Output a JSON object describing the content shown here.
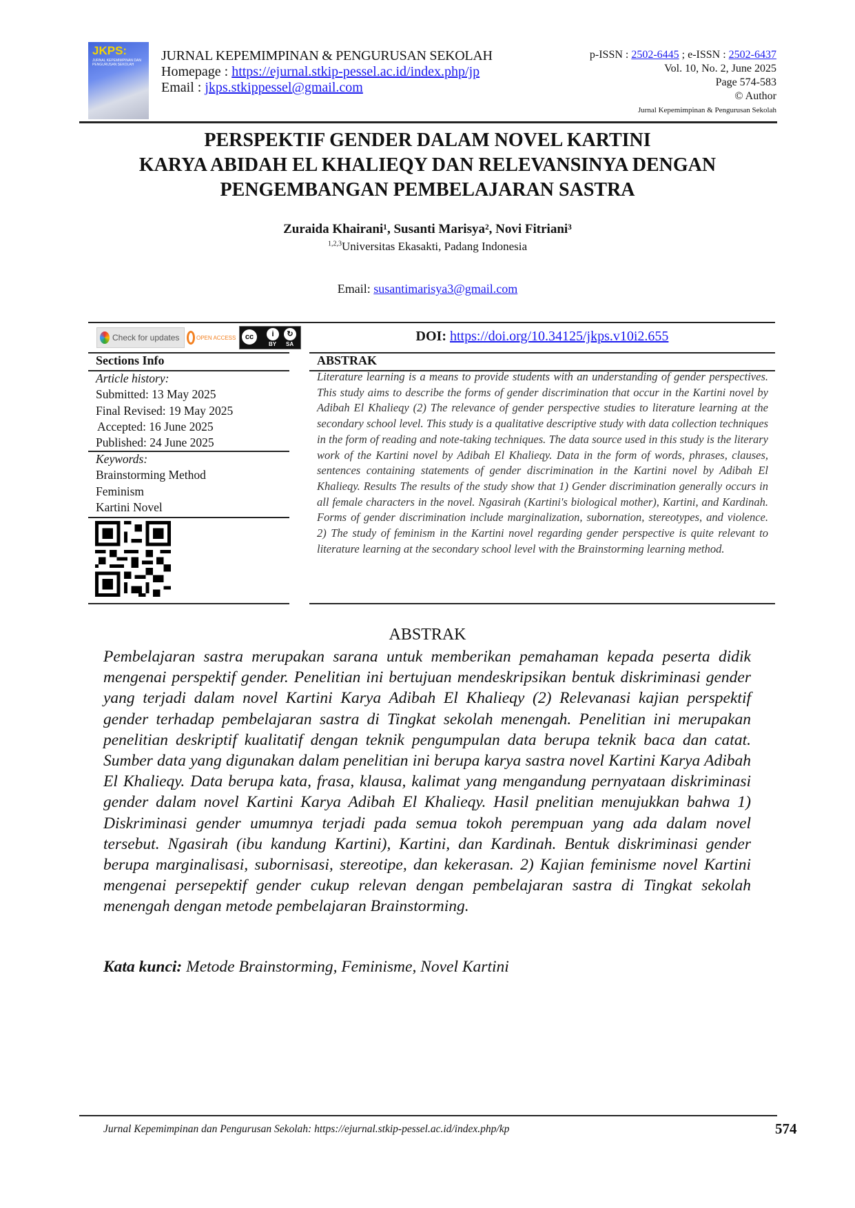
{
  "header": {
    "logo_text": "JKPS:",
    "logo_subtitle": "JURNAL KEPEMIMPINAN DAN PENGURUSAN SEKOLAH",
    "journal_title": "JURNAL KEPEMIMPINAN & PENGURUSAN SEKOLAH",
    "homepage_label": "Homepage : ",
    "homepage_url": "https://ejurnal.stkip-pessel.ac.id/index.php/jp",
    "email_label": "Email : ",
    "email": "jkps.stkippessel@gmail.com",
    "pissn_label": "p-ISSN : ",
    "pissn": "2502-6445",
    "eissn_label": " ; e-ISSN : ",
    "eissn": "2502-6437",
    "volume": "Vol. 10, No. 2, June 2025",
    "pages": "Page 574-583",
    "copyright": "© Author",
    "journal_small": "Jurnal Kepemimpinan & Pengurusan Sekolah"
  },
  "title_lines": [
    "PERSPEKTIF GENDER DALAM NOVEL KARTINI",
    "KARYA ABIDAH EL KHALIEQY DAN RELEVANSINYA DENGAN",
    "PENGEMBANGAN PEMBELAJARAN SASTRA"
  ],
  "authors": "Zuraida Khairani¹, Susanti Marisya², Novi Fitriani³",
  "affiliation_sup": "1,2,3",
  "affiliation": "Universitas Ekasakti, Padang Indonesia",
  "email_label": "Email: ",
  "email": "susantimarisya3@gmail.com",
  "badges": {
    "check_updates": "Check for updates",
    "open_access": "OPEN ACCESS",
    "cc": "cc",
    "by": "BY",
    "sa": "SA"
  },
  "doi_label": "DOI: ",
  "doi": "https://doi.org/10.34125/jkps.v10i2.655",
  "sections_info": "Sections Info",
  "article_history_label": "Article history:",
  "history": [
    "Submitted: 13 May 2025",
    "Final Revised: 19 May 2025",
    "Accepted: 16 June 2025",
    "Published: 24 June 2025"
  ],
  "keywords_label": "Keywords:",
  "keywords": [
    "Brainstorming Method",
    "Feminism",
    "Kartini Novel"
  ],
  "abstract_en_heading": "ABSTRAK",
  "abstract_en": "Literature learning is a means to provide students with an understanding of gender perspectives. This study aims to describe the forms of gender discrimination that occur in the Kartini novel by Adibah El Khalieqy (2) The relevance of gender perspective studies to literature learning at the secondary school level. This study is a qualitative descriptive study with data collection techniques in the form of reading and note-taking techniques. The data source used in this study is the literary work of the Kartini novel by Adibah El Khalieqy. Data in the form of words, phrases, clauses, sentences containing statements of gender discrimination in the Kartini novel by Adibah El Khalieqy. Results The results of the study show that 1) Gender discrimination generally occurs in all female characters in the novel. Ngasirah (Kartini's biological mother), Kartini, and Kardinah. Forms of gender discrimination include marginalization, subornation, stereotypes, and violence. 2) The study of feminism in the Kartini novel regarding gender perspective is quite relevant to literature learning at the secondary school level with the Brainstorming learning method.",
  "abstract_id_heading": "ABSTRAK",
  "abstract_id": "Pembelajaran sastra merupakan sarana untuk memberikan pemahaman kepada peserta didik mengenai perspektif gender. Penelitian ini bertujuan mendeskripsikan bentuk diskriminasi gender yang terjadi dalam novel Kartini Karya Adibah El Khalieqy (2) Relevanasi kajian perspektif gender terhadap pembelajaran sastra di Tingkat sekolah menengah. Penelitian ini merupakan penelitian deskriptif kualitatif dengan teknik pengumpulan data berupa teknik baca dan catat. Sumber data yang digunakan dalam penelitian ini berupa karya sastra novel Kartini Karya Adibah El Khalieqy. Data berupa kata, frasa, klausa, kalimat yang mengandung pernyataan diskriminasi gender dalam novel Kartini Karya Adibah El Khalieqy. Hasil pnelitian menujukkan bahwa 1) Diskriminasi gender umumnya terjadi pada semua tokoh perempuan yang ada dalam novel tersebut. Ngasirah (ibu kandung Kartini), Kartini, dan Kardinah. Bentuk diskriminasi gender berupa marginalisasi, subornisasi, stereotipe, dan kekerasan. 2) Kajian feminisme novel Kartini mengenai persepektif gender cukup relevan dengan pembelajaran sastra di Tingkat sekolah menengah dengan metode pembelajaran Brainstorming.",
  "kata_kunci_label": "Kata kunci:",
  "kata_kunci": " Metode Brainstorming, Feminisme, Novel Kartini",
  "footer": {
    "text": "Jurnal Kepemimpinan dan Pengurusan Sekolah: https://ejurnal.stkip-pessel.ac.id/index.php/kp",
    "page": "574"
  }
}
